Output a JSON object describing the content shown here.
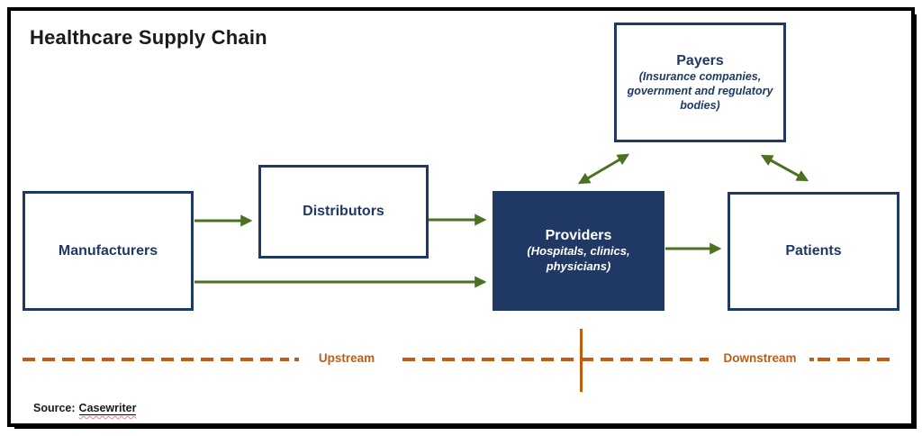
{
  "diagram": {
    "title": "Healthcare Supply Chain",
    "nodes": [
      {
        "id": "manufacturers",
        "label": "Manufacturers"
      },
      {
        "id": "distributors",
        "label": "Distributors"
      },
      {
        "id": "providers",
        "label": "Providers",
        "sublabel": "(Hospitals, clinics, physicians)"
      },
      {
        "id": "payers",
        "label": "Payers",
        "sublabel": "(Insurance companies, government and regulatory bodies)"
      },
      {
        "id": "patients",
        "label": "Patients"
      }
    ],
    "edges": [
      {
        "from": "manufacturers",
        "to": "distributors",
        "direction": "one-way"
      },
      {
        "from": "distributors",
        "to": "providers",
        "direction": "one-way"
      },
      {
        "from": "manufacturers",
        "to": "providers",
        "direction": "one-way"
      },
      {
        "from": "providers",
        "to": "patients",
        "direction": "one-way"
      },
      {
        "from": "providers",
        "to": "payers",
        "direction": "two-way"
      },
      {
        "from": "payers",
        "to": "patients",
        "direction": "two-way"
      }
    ],
    "zones": {
      "upstream_label": "Upstream",
      "downstream_label": "Downstream"
    },
    "source": {
      "prefix": "Source:",
      "text": "Casewriter"
    },
    "colors": {
      "navy": "#1F3864",
      "green": "#4D7123",
      "orange": "#C55A11",
      "frame_black": "#000000"
    }
  }
}
